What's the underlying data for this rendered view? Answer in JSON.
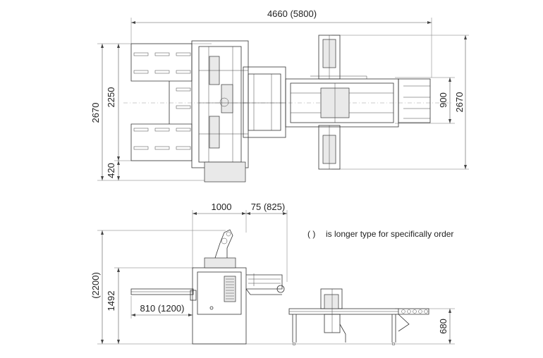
{
  "dimensions": {
    "top_overall_width": "4660 (5800)",
    "top_left_height_overall": "2670",
    "top_left_height_upper": "2250",
    "top_left_height_lower": "420",
    "top_right_inner": "900",
    "top_right_overall": "2670",
    "side_width_a": "1000",
    "side_width_b": "75 (825)",
    "side_height_total": "(2200)",
    "side_height_table": "1492",
    "side_feed_length": "810 (1200)",
    "side_conveyor_height": "680"
  },
  "note": {
    "paren": "(     )",
    "text": "is longer type for specifically order"
  }
}
